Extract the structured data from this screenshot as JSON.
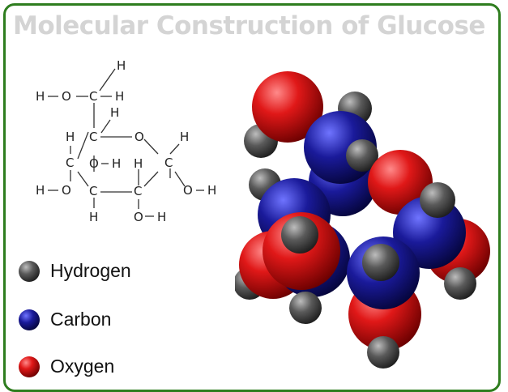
{
  "title": "Molecular Construction of Glucose",
  "structure": {
    "atoms": {
      "h_top": "H",
      "h_left": "H",
      "o_top": "O",
      "c6": "C",
      "h_c6_right": "H",
      "h_c5": "H",
      "c5": "C",
      "o_ring": "O",
      "h_c1": "H",
      "h_c4": "H",
      "c4": "C",
      "c1": "C",
      "o_c3": "O",
      "h_c3_oh": "H",
      "h_c2": "H",
      "h_c4_oh": "H",
      "o_c4": "O",
      "c3": "C",
      "c2": "C",
      "o_c1": "O",
      "h_c1_oh": "H",
      "h_c3": "H",
      "o_c2": "O",
      "h_c2_oh": "H"
    }
  },
  "legend": {
    "hydrogen": "Hydrogen",
    "carbon": "Carbon",
    "oxygen": "Oxygen"
  },
  "colors": {
    "frame_border": "#2e7d1e",
    "title": "#d4d4d4",
    "hydrogen": "#555555",
    "carbon": "#1a1a8c",
    "oxygen": "#d81818"
  }
}
